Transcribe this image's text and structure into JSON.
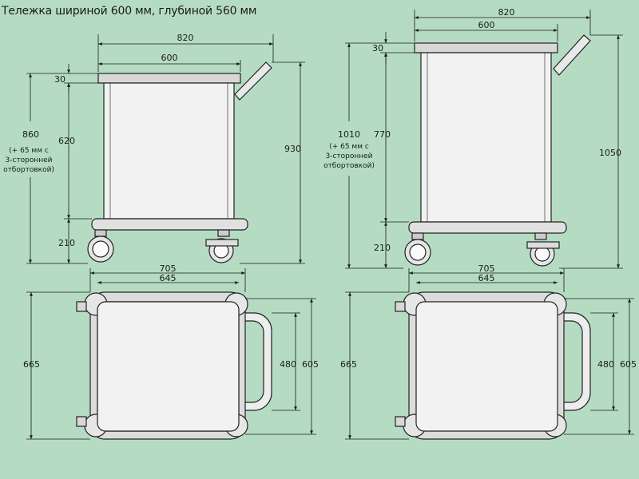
{
  "title": "Тележка шириной 600 мм, глубиной 560 мм",
  "colors": {
    "background": "#b5dcc3",
    "panel_fill": "#f2f2f2",
    "line": "#1a1a1a"
  },
  "front_view_left": {
    "width_overall": "820",
    "width_top": "600",
    "top_thickness": "30",
    "height_total": "860",
    "height_note": [
      "(+ 65 мм с",
      "3-сторонней",
      "отбортовкой)"
    ],
    "height_body": "620",
    "height_with_handle": "930",
    "height_base": "210"
  },
  "front_view_right": {
    "width_overall": "820",
    "width_top": "600",
    "top_thickness": "30",
    "height_total": "1010",
    "height_note": [
      "(+ 65 мм с",
      "3-сторонней",
      "отбортовкой)"
    ],
    "height_body": "770",
    "height_with_handle": "1050",
    "height_base": "210"
  },
  "top_view_left": {
    "width_overall": "705",
    "width_inner": "645",
    "depth_overall": "665",
    "handle_span": "480",
    "depth_inner": "605"
  },
  "top_view_right": {
    "width_overall": "705",
    "width_inner": "645",
    "depth_overall": "665",
    "handle_span": "480",
    "depth_inner": "605"
  }
}
